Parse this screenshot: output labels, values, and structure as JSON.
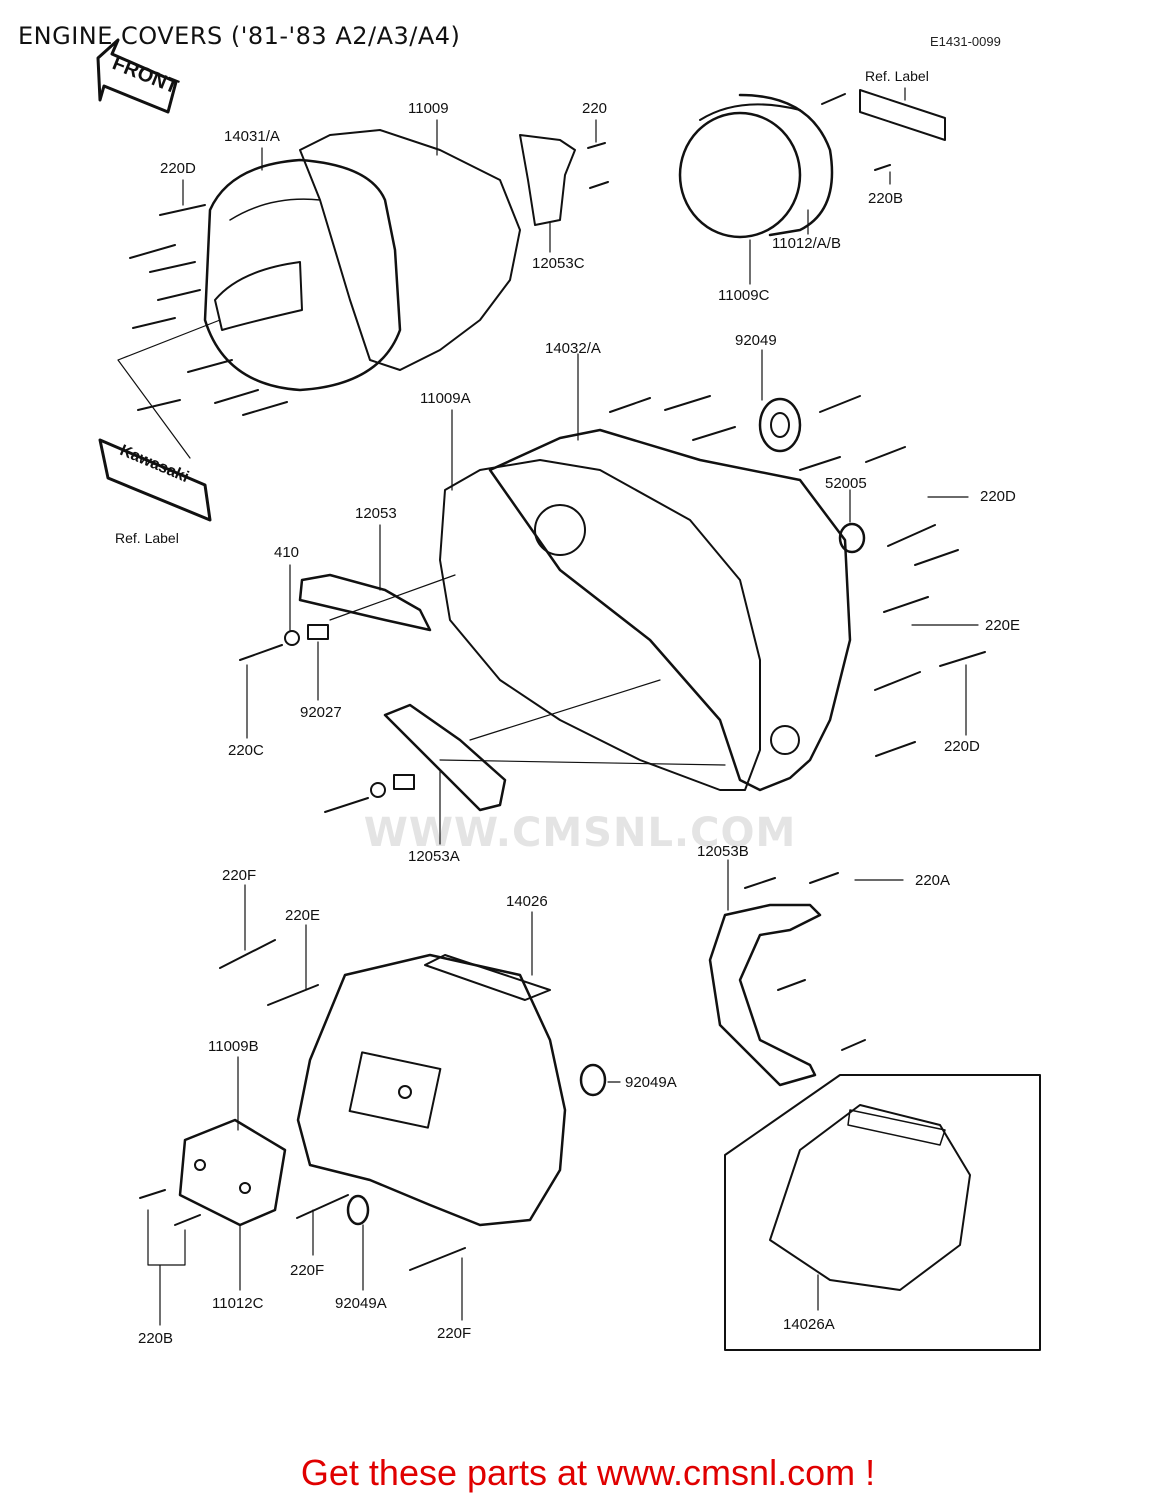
{
  "title": "ENGINE COVERS ('81-'83 A2/A3/A4)",
  "diagram_code": "E1431-0099",
  "front_arrow_text": "FRONT",
  "emblem_text": "Kawasaki",
  "watermark_text": "WWW.CMSNL.COM",
  "footer": "Get these parts at www.cmsnl.com !",
  "labels": {
    "p14031A": "14031/A",
    "p11009": "11009",
    "p220_top": "220",
    "p220D_left": "220D",
    "p12053C": "12053C",
    "refLabel_top": "Ref.  Label",
    "p220B_top": "220B",
    "p11012AB": "11012/A/B",
    "p11009C": "11009C",
    "p14032A": "14032/A",
    "p92049": "92049",
    "p11009A": "11009A",
    "p52005": "52005",
    "p220D_r1": "220D",
    "refLabel_left": "Ref.  Label",
    "p12053": "12053",
    "p410": "410",
    "p220E_r": "220E",
    "p92027": "92027",
    "p220C": "220C",
    "p220D_r2": "220D",
    "p12053A": "12053A",
    "p12053B": "12053B",
    "p220A": "220A",
    "p220F_top": "220F",
    "p220E_mid": "220E",
    "p14026": "14026",
    "p11009B": "11009B",
    "p92049A_r": "92049A",
    "p220F_mid": "220F",
    "p11012C": "11012C",
    "p92049A_b": "92049A",
    "p220F_bot": "220F",
    "p220B_bot": "220B",
    "p14026A": "14026A"
  }
}
